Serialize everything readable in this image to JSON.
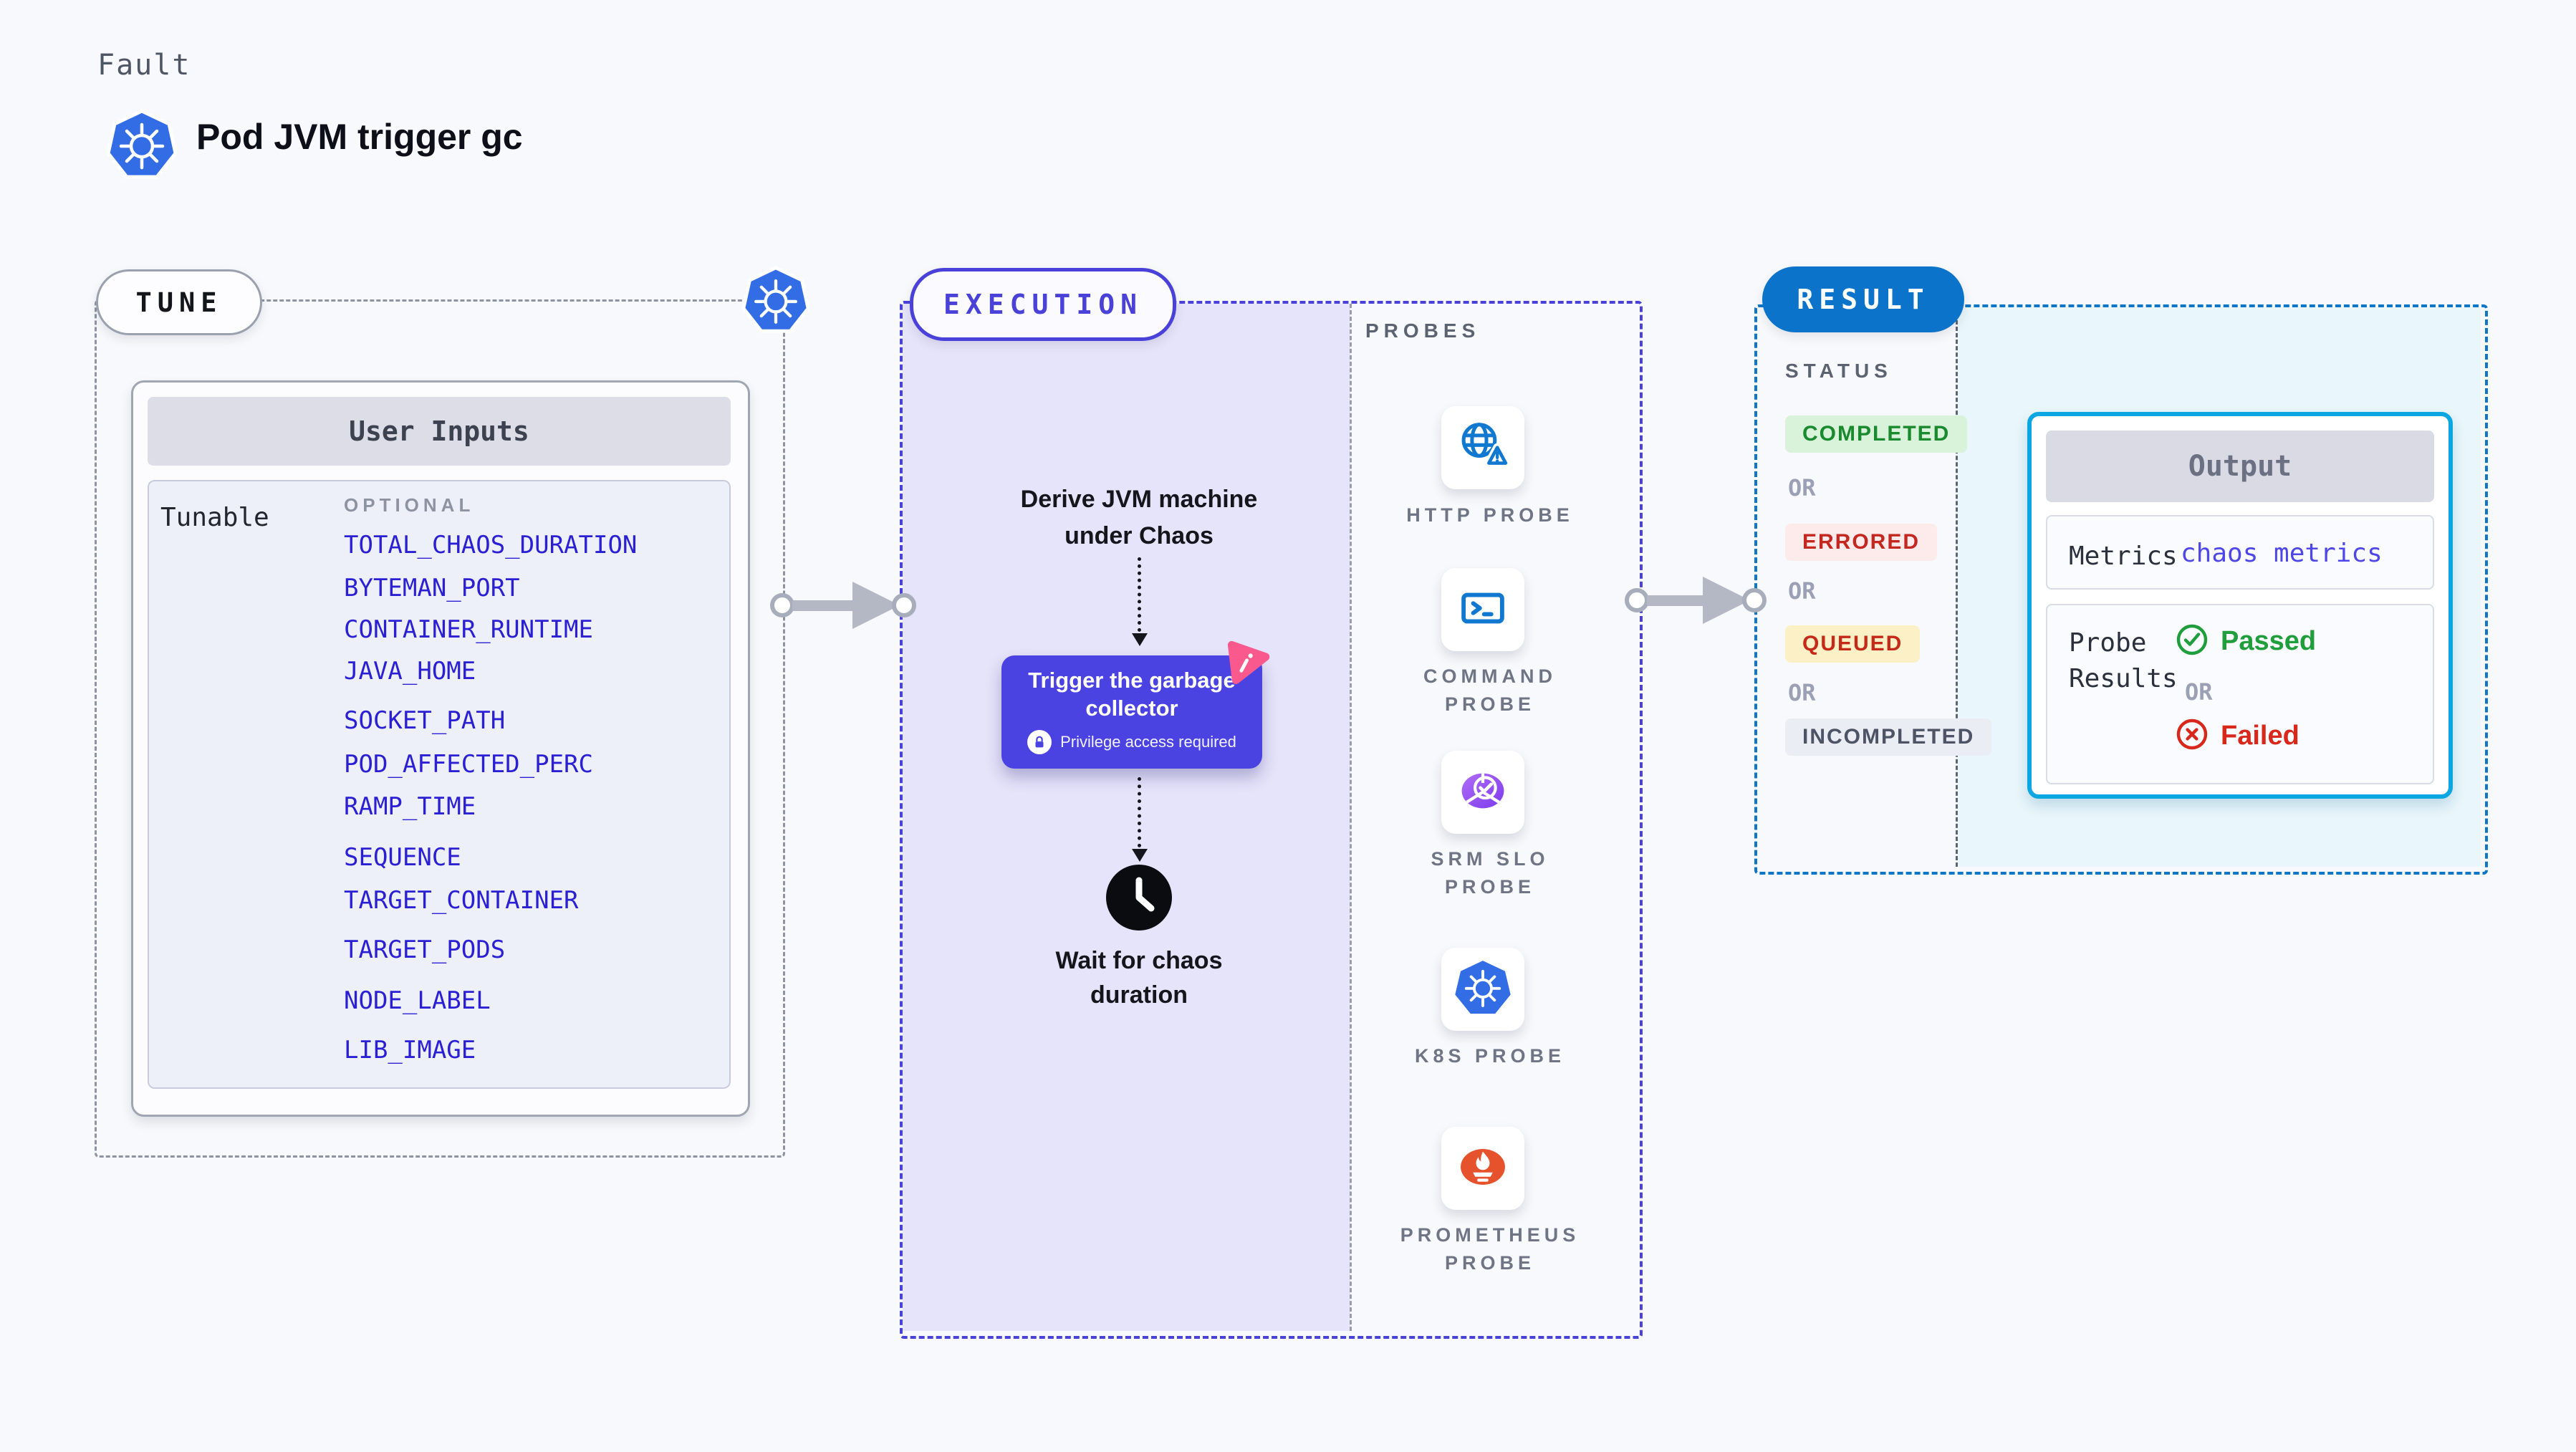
{
  "header": {
    "eyebrow": "Fault",
    "title": "Pod JVM trigger gc"
  },
  "tune": {
    "pill": "TUNE",
    "card_title": "User Inputs",
    "row_label": "Tunable",
    "optional_label": "OPTIONAL",
    "params": [
      "TOTAL_CHAOS_DURATION",
      "BYTEMAN_PORT",
      "CONTAINER_RUNTIME",
      "JAVA_HOME",
      "SOCKET_PATH",
      "POD_AFFECTED_PERC",
      "RAMP_TIME",
      "SEQUENCE",
      "TARGET_CONTAINER",
      "TARGET_PODS",
      "NODE_LABEL",
      "LIB_IMAGE"
    ]
  },
  "execution": {
    "pill": "EXECUTION",
    "derive_text": "Derive JVM machine under Chaos",
    "node_title": "Trigger the garbage collector",
    "node_badge": "Privilege access required",
    "wait_text": "Wait for chaos duration",
    "probes_label": "PROBES",
    "probes": [
      {
        "label": "HTTP PROBE",
        "icon": "globe-alert-icon"
      },
      {
        "label": "COMMAND PROBE",
        "icon": "terminal-icon"
      },
      {
        "label": "SRM SLO PROBE",
        "icon": "slo-pie-icon"
      },
      {
        "label": "K8S PROBE",
        "icon": "kubernetes-icon"
      },
      {
        "label": "PROMETHEUS PROBE",
        "icon": "prometheus-icon"
      }
    ]
  },
  "result": {
    "pill": "RESULT",
    "status_label": "STATUS",
    "or_label": "OR",
    "statuses": [
      {
        "label": "COMPLETED",
        "text_color": "#1a8a2f",
        "bg_color": "#d9f2da"
      },
      {
        "label": "ERRORED",
        "text_color": "#c42620",
        "bg_color": "#fcebea"
      },
      {
        "label": "QUEUED",
        "text_color": "#c52a18",
        "bg_color": "#fbf0c6"
      },
      {
        "label": "INCOMPLETED",
        "text_color": "#4d5465",
        "bg_color": "#ebedf5"
      }
    ],
    "output": {
      "title": "Output",
      "metrics_label": "Metrics",
      "metrics_value": "chaos metrics",
      "probe_results_label": "Probe Results",
      "passed_label": "Passed",
      "failed_label": "Failed"
    }
  },
  "colors": {
    "accent_indigo": "#4a42d8",
    "node_indigo": "#4b42e2",
    "param_blue": "#2a1fd2",
    "result_blue": "#0b74ca",
    "output_border_cyan": "#0ca6e2",
    "execution_fill": "#e6e4fa",
    "result_fill": "#e9f6fb",
    "kubernetes_blue": "#326de6",
    "prometheus_orange": "#e6522c",
    "pink_badge": "#f9598c",
    "passed_green": "#1f9e3b",
    "failed_red": "#d8271b"
  }
}
